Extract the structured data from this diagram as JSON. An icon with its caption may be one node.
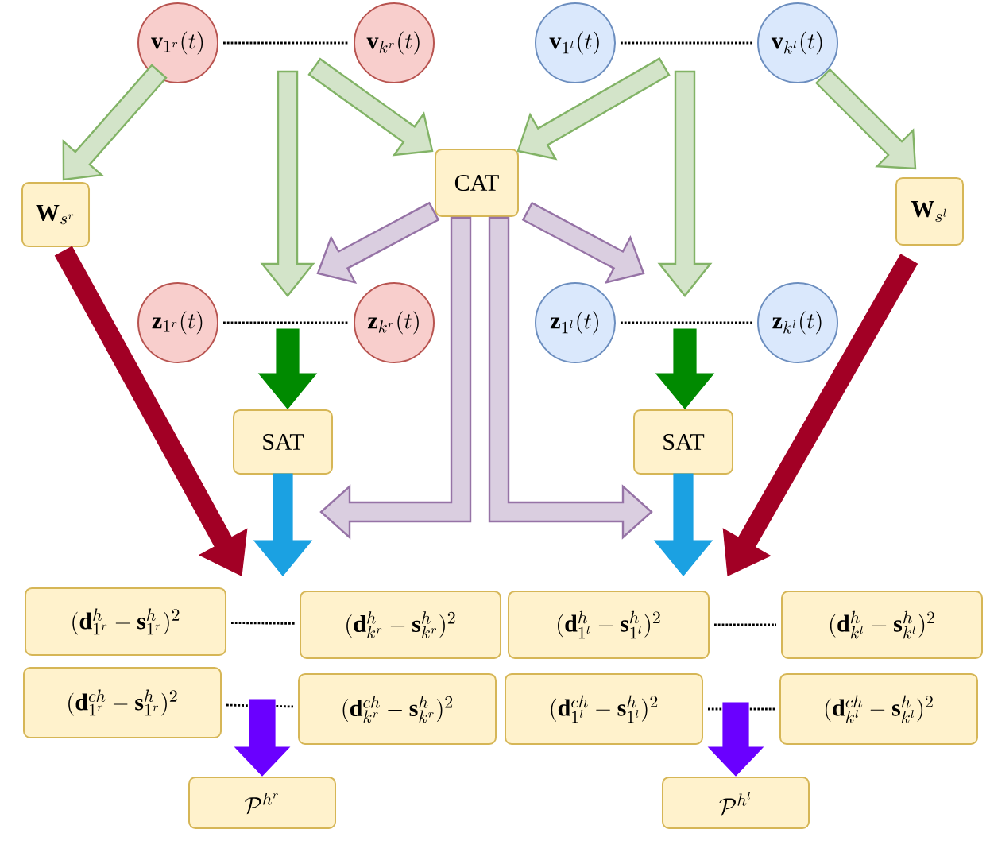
{
  "diagram": {
    "nodes": [
      {
        "text": [
          "\\mathbf{v}_{1^r}(t)"
        ]
      },
      {
        "text": [
          "\\mathbf{v}_{k^r}(t)"
        ]
      },
      {
        "text": [
          "\\mathbf{v}_{1^l}(t)"
        ]
      },
      {
        "text": [
          "\\mathbf{v}_{k^l}(t)"
        ]
      },
      {
        "text": [
          "\\mathbf{W}_{s^r}"
        ]
      },
      {
        "text": [
          "CAT"
        ]
      },
      {
        "text": [
          "\\mathbf{W}_{s^l}"
        ]
      },
      {
        "text": [
          "\\mathbf{z}_{1^r}(t)"
        ]
      },
      {
        "text": [
          "\\mathbf{z}_{k^r}(t)"
        ]
      },
      {
        "text": [
          "\\mathbf{z}_{1^l}(t)"
        ]
      },
      {
        "text": [
          "\\mathbf{z}_{k^l}(t)"
        ]
      },
      {
        "text": [
          "SAT"
        ]
      },
      {
        "text": [
          "SAT"
        ]
      },
      {
        "text": [
          "(\\mathbf{d}^h_{1^r}-\\mathbf{s}^h_{1^r})^2"
        ]
      },
      {
        "text": [
          "(\\mathbf{d}^h_{k^r}-\\mathbf{s}^h_{k^r})^2"
        ]
      },
      {
        "text": [
          "(\\mathbf{d}^h_{1^l}-\\mathbf{s}^h_{1^l})^2"
        ]
      },
      {
        "text": [
          "(\\mathbf{d}^h_{k^l}-\\mathbf{s}^h_{k^l})^2"
        ]
      },
      {
        "text": [
          "(\\mathbf{d}^{ch}_{1^r}-\\mathbf{s}^h_{1^r})^2"
        ]
      },
      {
        "text": [
          "(\\mathbf{d}^{ch}_{k^r}-\\mathbf{s}^h_{k^r})^2"
        ]
      },
      {
        "text": [
          "(\\mathbf{d}^{ch}_{1^l}-\\mathbf{s}^h_{1^l})^2"
        ]
      },
      {
        "text": [
          "(\\mathbf{d}^{ch}_{k^l}-\\mathbf{s}^h_{k^l})^2"
        ]
      },
      {
        "text": [
          "\\mathcal{P}^{h^r}"
        ]
      },
      {
        "text": [
          "\\mathcal{P}^{h^l}"
        ]
      }
    ],
    "edges": [
      {
        "from": 0,
        "to": 1,
        "arrow": "none",
        "style": "dashed"
      },
      {
        "from": 2,
        "to": 3,
        "arrow": "none",
        "style": "dashed"
      },
      {
        "from": 7,
        "to": 8,
        "arrow": "none",
        "style": "dashed"
      },
      {
        "from": 9,
        "to": 10,
        "arrow": "none",
        "style": "dashed"
      },
      {
        "from": 13,
        "to": 14,
        "arrow": "none",
        "style": "dashed"
      },
      {
        "from": 15,
        "to": 16,
        "arrow": "none",
        "style": "dashed"
      },
      {
        "from": 17,
        "to": 18,
        "arrow": "none",
        "style": "dashed"
      },
      {
        "from": 19,
        "to": 20,
        "arrow": "none",
        "style": "dashed"
      },
      {
        "from": 0,
        "to": 4,
        "arrow": "to",
        "style": "thick",
        "color": "#82b366"
      },
      {
        "from": 1,
        "to": 5,
        "arrow": "to",
        "style": "thick",
        "color": "#82b366"
      },
      {
        "from": 0,
        "to": 7,
        "arrow": "to",
        "style": "thick",
        "color": "#82b366"
      },
      {
        "from": 3,
        "to": 6,
        "arrow": "to",
        "style": "thick",
        "color": "#82b366"
      },
      {
        "from": 2,
        "to": 5,
        "arrow": "to",
        "style": "thick",
        "color": "#82b366"
      },
      {
        "from": 2,
        "to": 9,
        "arrow": "to",
        "style": "thick",
        "color": "#82b366"
      },
      {
        "from": 5,
        "to": 8,
        "arrow": "to",
        "style": "thick",
        "color": "#9673a6"
      },
      {
        "from": 5,
        "to": 9,
        "arrow": "to",
        "style": "thick",
        "color": "#9673a6"
      },
      {
        "from": 5,
        "to": null,
        "arrow": "to",
        "style": "thick",
        "color": "#9673a6"
      },
      {
        "from": 5,
        "to": null,
        "arrow": "to",
        "style": "thick",
        "color": "#9673a6"
      },
      {
        "from": 7,
        "to": 11,
        "arrow": "to",
        "style": "thick",
        "color": "#008a00"
      },
      {
        "from": 9,
        "to": 12,
        "arrow": "to",
        "style": "thick",
        "color": "#008a00"
      },
      {
        "from": 11,
        "to": 13,
        "arrow": "to",
        "style": "thick",
        "color": "#1ba1e2"
      },
      {
        "from": 12,
        "to": 15,
        "arrow": "to",
        "style": "thick",
        "color": "#1ba1e2"
      },
      {
        "from": 4,
        "to": 13,
        "arrow": "to",
        "style": "thick",
        "color": "#a20025"
      },
      {
        "from": 6,
        "to": 16,
        "arrow": "to",
        "style": "thick",
        "color": "#a20025"
      },
      {
        "from": 17,
        "to": 21,
        "arrow": "to",
        "style": "thick",
        "color": "#6a00ff"
      },
      {
        "from": 19,
        "to": 22,
        "arrow": "to",
        "style": "thick",
        "color": "#6a00ff"
      }
    ]
  }
}
